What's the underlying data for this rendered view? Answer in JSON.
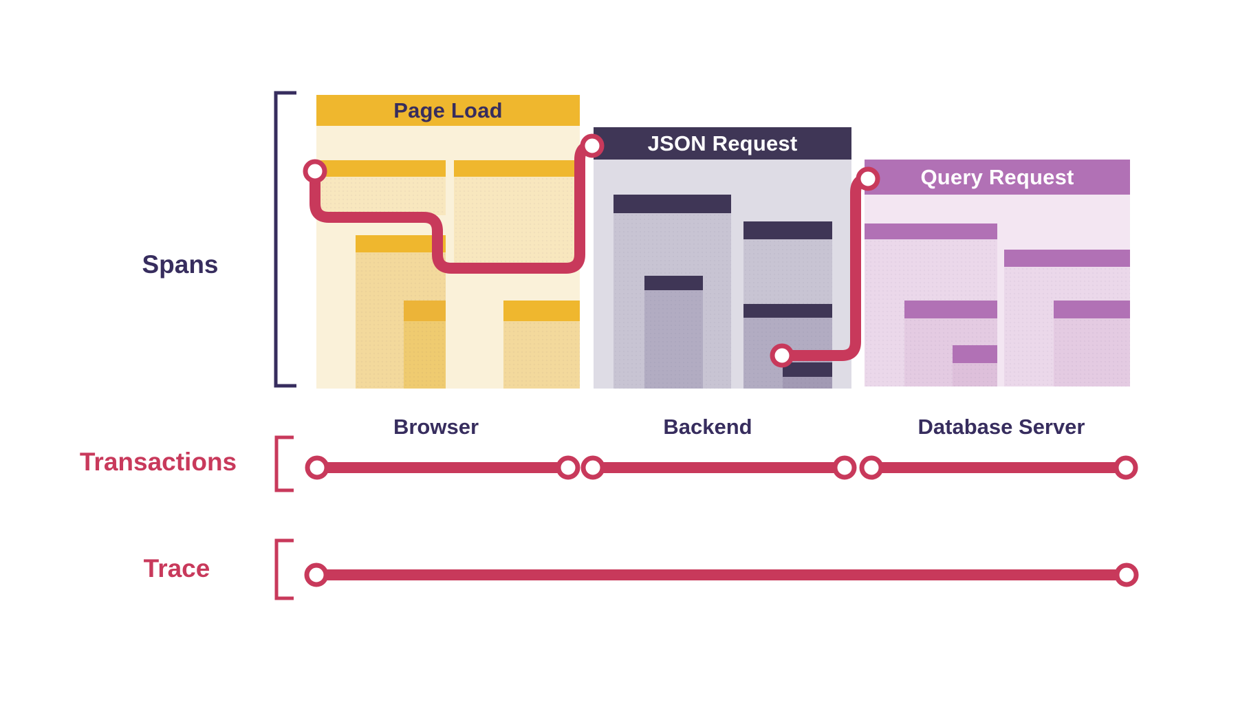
{
  "colors": {
    "red": "#C8395B",
    "navy": "#372D5E",
    "navy_header": "#3F3656",
    "gold": "#EFB72E",
    "gold_deep": "#ECB438",
    "cream": "#FAF1D9",
    "gold_l1": "#F8E7BE",
    "gold_l2": "#F3D99C",
    "gold_l3": "#EFCB70",
    "gray_bg": "#DEDCE5",
    "gray_l1": "#C8C4D3",
    "gray_l2": "#B2ACC2",
    "gray_l3": "#A29AB4",
    "purple": "#B171B5",
    "purple_bg": "#F3E6F2",
    "purple_l1": "#EBD8EA",
    "purple_l2": "#E4CBE2",
    "purple_l3": "#DEC0DB"
  },
  "side_labels": {
    "spans": "Spans",
    "transactions": "Transactions",
    "trace": "Trace"
  },
  "panels": [
    {
      "title": "Page Load",
      "tier": "Browser"
    },
    {
      "title": "JSON Request",
      "tier": "Backend"
    },
    {
      "title": "Query Request",
      "tier": "Database Server"
    }
  ]
}
